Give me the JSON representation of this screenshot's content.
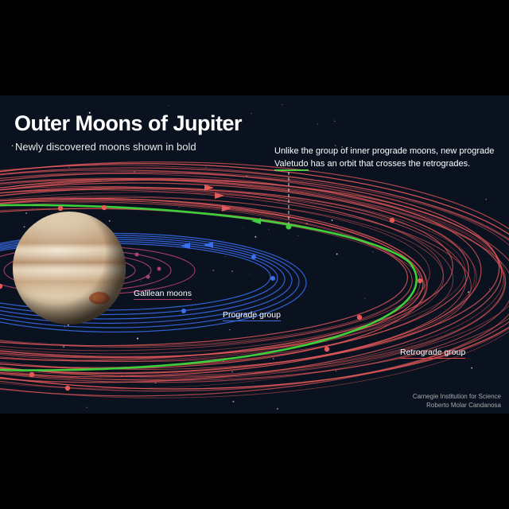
{
  "header": {
    "title": "Outer Moons of Jupiter",
    "subtitle": "Newly discovered moons shown in bold"
  },
  "annotation": {
    "line1": "Unlike the group of inner prograde moons, new prograde",
    "highlight": "Valetudo",
    "line2_rest": " has an orbit that crosses the retrogrades."
  },
  "labels": {
    "galilean": "Galilean moons",
    "prograde": "Prograde group",
    "retrograde": "Retrograde group"
  },
  "credits": {
    "line1": "Carnegie Institution for Science",
    "line2": "Roberto Molar Candanosa"
  },
  "colors": {
    "background": "#0a1220",
    "retrograde": "#e85a5a",
    "prograde": "#3a6ff0",
    "galilean": "#b04070",
    "valetudo": "#3fcf3a"
  }
}
